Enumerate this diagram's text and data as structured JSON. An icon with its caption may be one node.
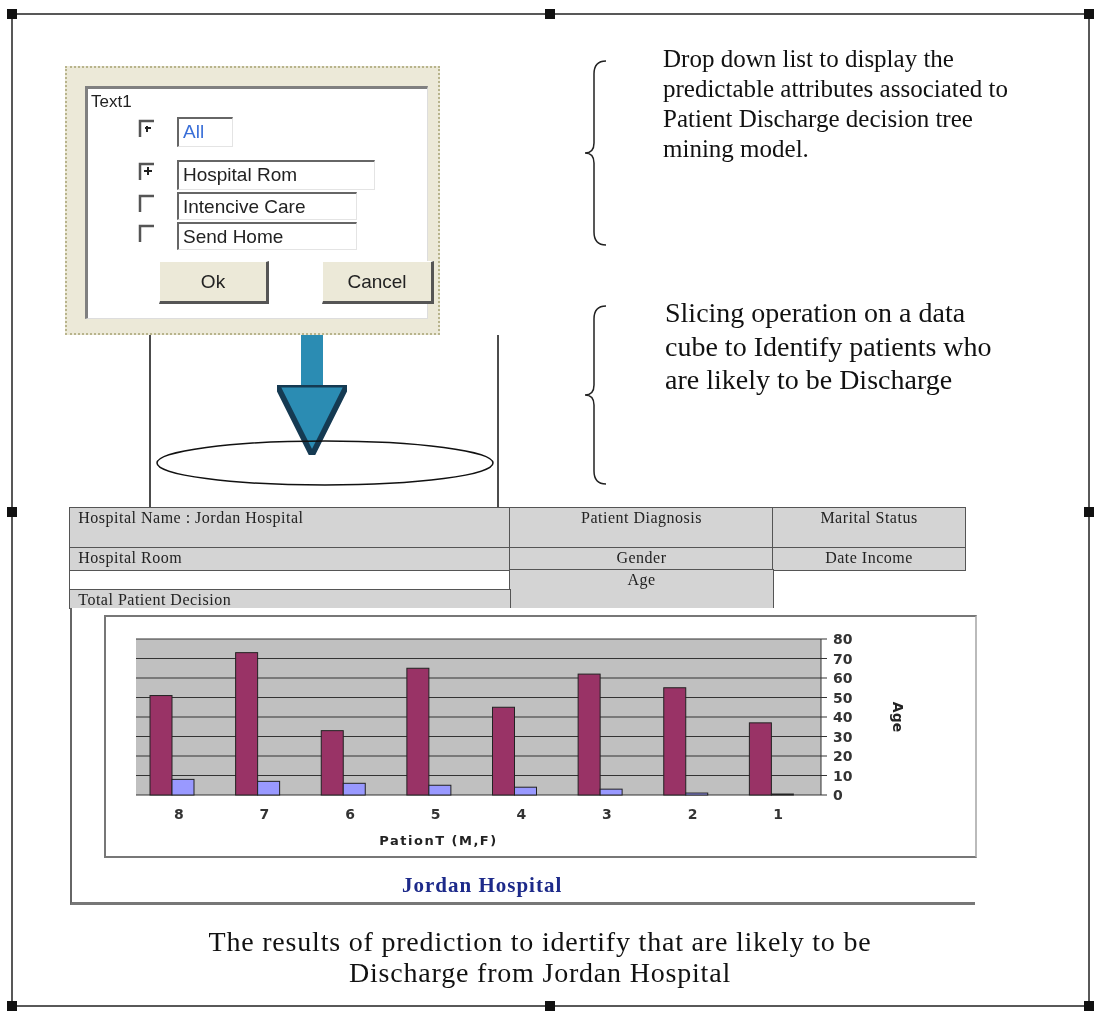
{
  "diagram": {
    "caption": "The results of prediction to idertify that are likely to be Discharge from Jordan Hospital",
    "nodes": [
      {
        "text": [
          "Text1"
        ]
      },
      {
        "text": [
          "All"
        ],
        "in": 0
      },
      {
        "text": [
          "Hospital Rom"
        ],
        "in": 0
      },
      {
        "text": [
          "Intencive Care"
        ],
        "in": 0
      },
      {
        "text": [
          "Send Home"
        ],
        "in": 0
      },
      {
        "text": [
          "Ok"
        ],
        "in": 0
      },
      {
        "text": [
          "Cancel"
        ],
        "in": 0
      },
      {
        "text": [],
        "shape": "ellipse"
      },
      {
        "text": [
          "Hospital Name : Jordan Hospital",
          "Patient Diagnosis",
          "Marital Status",
          "Hospital Room",
          "Gender",
          "Date Income",
          "Age",
          "Total Patient Decision"
        ]
      }
    ],
    "edges": [
      {
        "from": 0,
        "to": 7,
        "arrow": "to",
        "style": "thick",
        "color": "#2b8cb3"
      },
      {
        "from": 0,
        "to": 8,
        "arrow": "none"
      },
      {
        "from": 0,
        "to": 8,
        "arrow": "none"
      }
    ],
    "labels": [
      "Drop down list to display the predictable attributes associated to Patient Discharge decision tree mining model.",
      "Slicing operation on a data cube to Identify patients who are likely to be Discharge"
    ],
    "chart_data": {
      "type": "bar",
      "title": "Jordan Hospital",
      "xlabel": "PationT (M,F)",
      "ylabel": "Age",
      "categories": [
        "8",
        "7",
        "6",
        "5",
        "4",
        "3",
        "2",
        "1"
      ],
      "series": [
        {
          "color": "#993366",
          "values": [
            51,
            73,
            33,
            65,
            45,
            62,
            55,
            37
          ]
        },
        {
          "color": "#9999ff",
          "values": [
            8,
            7,
            6,
            5,
            4,
            3,
            1,
            0.5
          ]
        }
      ],
      "grid": true,
      "ylim": [
        0,
        80
      ],
      "yticks": [
        0,
        10,
        20,
        30,
        40,
        50,
        60,
        70,
        80
      ]
    }
  }
}
